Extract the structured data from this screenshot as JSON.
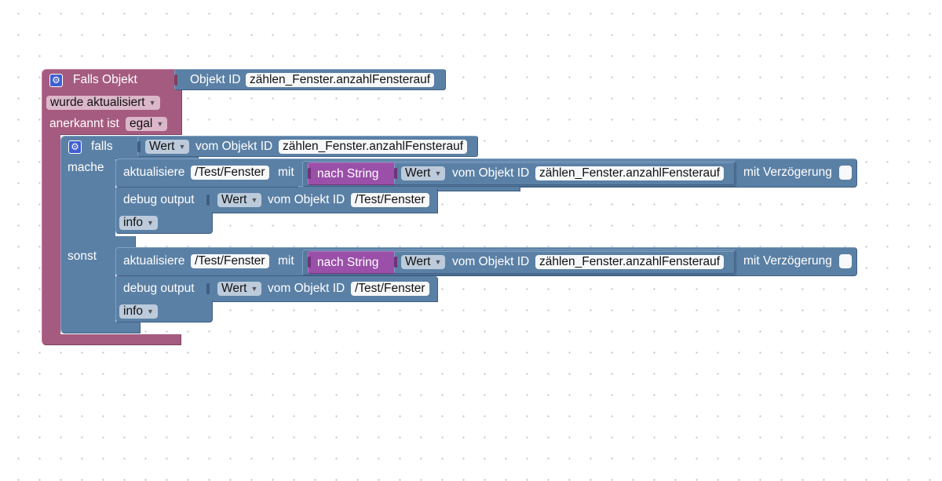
{
  "trigger": {
    "title": "Falls Objekt",
    "object_id_label": "Objekt ID",
    "object_id_value": "zählen_Fenster.anzahlFensterauf",
    "mode": "wurde aktualisiert",
    "ack_label": "anerkannt ist",
    "ack_value": "egal"
  },
  "if_block": {
    "label": "falls",
    "cond_prop": "Wert",
    "cond_of_label": "vom Objekt ID",
    "cond_object_id": "zählen_Fenster.anzahlFensterauf",
    "do_label": "mache",
    "else_label": "sonst"
  },
  "then_branch": {
    "update_label": "aktualisiere",
    "update_target": "/Test/Fenster",
    "with_label": "mit",
    "to_string_label": "nach String",
    "value_prop": "Wert",
    "value_of_label": "vom Objekt ID",
    "value_object_id": "zählen_Fenster.anzahlFensterauf",
    "delay_label": "mit Verzögerung",
    "debug_label": "debug output",
    "debug_prop": "Wert",
    "debug_of_label": "vom Objekt ID",
    "debug_object_id": "/Test/Fenster",
    "log_level": "info"
  },
  "else_branch": {
    "update_label": "aktualisiere",
    "update_target": "/Test/Fenster",
    "with_label": "mit",
    "to_string_label": "nach String",
    "value_prop": "Wert",
    "value_of_label": "vom Objekt ID",
    "value_object_id": "zählen_Fenster.anzahlFensterauf",
    "delay_label": "mit Verzögerung",
    "debug_label": "debug output",
    "debug_prop": "Wert",
    "debug_of_label": "vom Objekt ID",
    "debug_object_id": "/Test/Fenster",
    "log_level": "info"
  },
  "colors": {
    "event_block": "#a55b80",
    "control_block": "#5b80a5",
    "string_block": "#9a4fa8",
    "workspace_dots": "#c4c4c4"
  },
  "icons": [
    "gear-icon",
    "dropdown-arrow-icon",
    "checkbox-icon"
  ]
}
